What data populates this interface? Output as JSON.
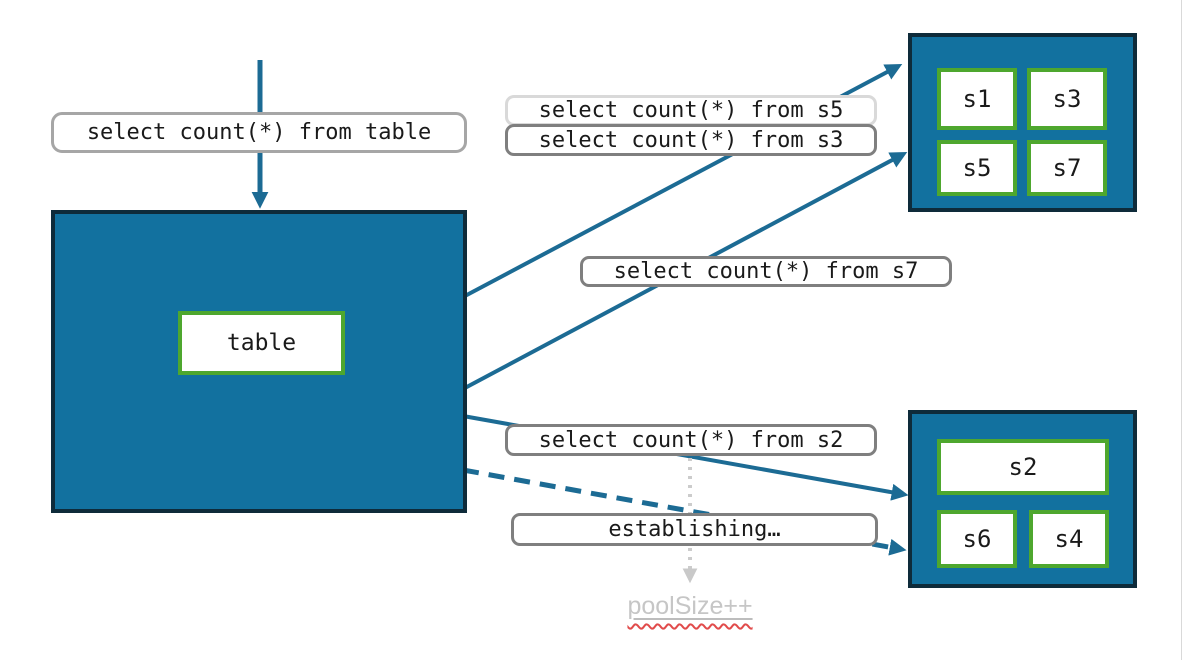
{
  "labels": {
    "query_table": "select count(*) from table",
    "query_s5": "select count(*) from s5",
    "query_s3": "select count(*) from s3",
    "query_s7": "select count(*) from s7",
    "query_s2": "select count(*) from s2",
    "establishing": "establishing…",
    "pool_size": "poolSize++",
    "main_table": "table"
  },
  "shards": {
    "top_group": [
      "s1",
      "s3",
      "s5",
      "s7"
    ],
    "bottom_group": [
      "s2",
      "s6",
      "s4"
    ]
  },
  "colors": {
    "box_fill": "#12719f",
    "box_border": "#0e2b3a",
    "shard_border": "#4ea72e",
    "arrow": "#1c6b94",
    "label_border_dark": "#7f7f7f",
    "label_border_medium": "#a6a6a6",
    "label_border_light": "#d9d9d9",
    "pool_text": "#c6c6c6",
    "squiggle": "#e14b4b",
    "text": "#1a1a1a"
  }
}
